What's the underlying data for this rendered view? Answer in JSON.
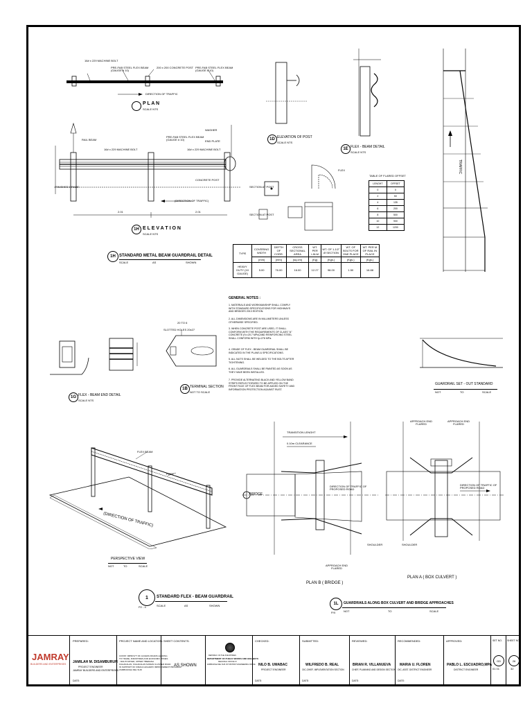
{
  "plan": {
    "title": "P L A N",
    "scale": "SCALE        NTS",
    "callouts": [
      "16# x 229 MACHINE BOLT",
      "PRE-FAB STEEL FLEX BEAM (GAUGE # 10)",
      "200 x 200 CONCRETE POST",
      "PRE-FAB STEEL FLEX BEAM (GAUGE # 10)"
    ],
    "direction": "DIRECTION OF TRAFFIC"
  },
  "elevation": {
    "badge": "1H",
    "title": "E L E V A T I O N",
    "scale": "SCALE        NTS",
    "callouts": [
      "RAIL BEAM",
      "16# x 229 MACHINE BOLT",
      "PRE-FAB STEEL FLEX BEAM (GAUGE # 10)",
      "16# x 229 MACHINE BOLT",
      "WASHER",
      "END PLATE",
      "CONCRETE POST",
      "FINISHED GRADE"
    ],
    "direction": "(DIRECTION OF TRAFFIC)",
    "dims": [
      "2.01",
      "2.01"
    ]
  },
  "detail_title": {
    "badge": "1H",
    "text": "STANDARD METAL BEAM GUARDRAIL DETAIL",
    "scale_label": "SCALE",
    "scale_value": "AS",
    "scale_value2": "SHOWN"
  },
  "elev_post": {
    "badge": "1D",
    "title": "ELEVATION OF POST",
    "sub": "SCALE                NTS"
  },
  "flex_beam_detail": {
    "badge": "1E",
    "title": "FLEX - BEAM DETAIL",
    "sub": "SCALE                NTS"
  },
  "flex_end": {
    "badge": "1G",
    "title": "FLEX - BEAM END DETAIL",
    "sub": "SCALE                NTS"
  },
  "terminal": {
    "badge": "1B",
    "title": "TERMINAL SECTION",
    "sub": "NOT    TO    SCALE",
    "callouts": [
      "20 TO 6",
      "SLOTTED HOLES 20x27"
    ]
  },
  "section_labels": [
    "SECTION AT POST",
    "FLEX",
    "SECTION AT POST"
  ],
  "flare_table": {
    "title": "TABLE OF FLARED OFFSET",
    "headers": [
      "LENGHT",
      "OFFSET"
    ],
    "rows": [
      [
        "0",
        "0"
      ],
      [
        "2",
        "50"
      ],
      [
        "4",
        "135"
      ],
      [
        "6",
        "200"
      ],
      [
        "8",
        "500"
      ],
      [
        "10",
        "900"
      ],
      [
        "12",
        "1200"
      ]
    ]
  },
  "spec_table": {
    "headers": [
      "TYPE",
      "COVERING WIDTH",
      "DEPTH OF CORR.",
      "CROSS SECTIONAL AREA",
      "WT. PER LIN.M",
      "WT. OF 1-1/2\" Ø SECTION",
      "WT. OF BOLTS FOR ONE PLACE",
      "WT. PER M OF RAIL IN PLACE"
    ],
    "units": [
      "",
      "(mm)",
      "(mm)",
      "(sq.cm)",
      "(Kg)",
      "(Kgs.)",
      "(Kgs.)",
      "(Kgs.)"
    ],
    "row": [
      "HEAVY DUTY (10 GAUGE)",
      "5.00",
      "76.00",
      "16.00",
      "12.27",
      "98.00",
      "1.50",
      "16.88"
    ]
  },
  "general_notes": {
    "title": "GENERAL  NOTES :",
    "items": [
      "1. MATERIALS AND WORKMANSHIP SHALL COMPLY WITH STANDARD SPECIFICATIONS FOR HIGHWAYS AND BRIDGES 2013 EDITION.",
      "2. ALL DIMENSIONS ARE IN MILLIMETERS UNLESS OTHERWISE SPECIFIED.",
      "3. WHEN CONCRETE POST ARE USED, IT SHALL CONFORM WITH THE REQUIREMENTS OF CLASS \"A\" CONCRETE (f'c=20.7 MPa) AND REINFORCING STEEL SHALL CONFORM WITH fy=276 MPa.",
      "4. GRADE OF FLEX - BEAM GUARDRAIL SHALL BE INDICATED IN THE PLANS & SPECIFICATIONS.",
      "5. ALL NUTS SHALL BE WELDED TO THE BOLTS AFTER TIGHTENING.",
      "6. ALL GUARDRAILS SHALL BE PAINTED AS SOON AS THEY HAVE BEEN INSTALLED.",
      "7. PROVIDE ALTERNATING BLACK AND YELLOW BAND STRIPS REFLECTORIZED TO BE APPLIED ON THE FRONT FACE OF FLEX BEAM FOR ADDED SAFETY AND INFORMATION PROTECTION AGAINST RUST."
    ]
  },
  "flared_setout": {
    "title": "GUARDRAIL SET - OUT STANDARD",
    "sub": [
      "NOT",
      "TO",
      "SCALE"
    ],
    "traffic": "TRAFFIC"
  },
  "perspective": {
    "callouts": [
      "FLEX BEAM",
      "POST"
    ],
    "direction": "(DIRECTION OF TRAFFIC)",
    "title": "PERSPECTIVE VIEW",
    "sub": [
      "NOT",
      "TO",
      "SCALE"
    ]
  },
  "main_title": {
    "badge_top": "1",
    "badge_bottom": "P2  -  4",
    "text": "STANDARD FLEX - BEAM GUARDRAIL",
    "scale_label": "SCALE",
    "scale_value": "AS",
    "scale_value2": "SHOWN"
  },
  "plan_b": {
    "title": "PLAN B ( BRIDGE )",
    "callouts": [
      "TRANSITION LENGHT",
      "0.10m CLEARANCE",
      "DIRECTION OF TRAFFIC OF PROPOSED ROAD",
      "SHOULDER",
      "APPROACH END FLARED"
    ],
    "bridge": "BRIDGE"
  },
  "plan_a": {
    "title": "PLAN A ( BOX CULVERT )",
    "callouts": [
      "APPROACH END FLARED",
      "APPROACH END FLARED",
      "DIRECTION OF TRAFFIC OF PROPOSED ROAD",
      "SHOULDER"
    ]
  },
  "approaches_title": {
    "badge": "1L",
    "badge_bottom": "P/X",
    "text": "GUARDRAILS ALONG BOX CULVERT AND BRIDGE APPROACHES",
    "sub": [
      "NOT",
      "TO",
      "SCALE"
    ]
  },
  "title_block": {
    "logo": "JAMRAY",
    "logo_sub": "BUILDERS AND ENTERPRISES",
    "prepared_label": "PREPARED:",
    "preparer_name": "JAMILAH M. DISAMBURUN",
    "preparer_role": "PROJECT ENGINEER",
    "preparer_org": "JAMRAY BUILDERS AND ENTERPRISES",
    "date_label": "DATE:",
    "project_label": "PROJECT NAME AND LOCATION:",
    "project_lines": [
      "CONST. IMPROV'T OF ACCESS ROADS LEADING",
      "TO TRADE, INDUSTRIES AND ECONOMIC ZONES",
      "- MALITA RIVER, UPPER TIBEDANA",
      "KIALAKALAN, KIALAKALAN NAWAN CLUSTER ROAD",
      "IN SUPPORT OF KIMACA HIGHWAY IMPROVEMENT PROGRAM",
      "ZAMBOANGA DEL SUR"
    ],
    "sheet_contents_label": "SHEET CONTENTS:",
    "sheet_contents": "AS SHOWN",
    "agency_lines": [
      "REPUBLIC OF THE PHILIPPINES",
      "DEPARTMENT OF PUBLIC WORKS AND HIGHWAYS",
      "REGIONAL OFFICE IX",
      "ZAMBOANGA DEL SUR 1ST DISTRICT ENGINEERING OFFICE"
    ],
    "checked_label": "CHECKED:",
    "checked_name": "NILO B. UMABAC",
    "checked_role": "PROJECT ENGINEER",
    "submitted_label": "SUBMITTED:",
    "submitted_name": "WILFREDO B. REAL",
    "submitted_role": "OIC-CHIEF, IMPLEMENTATION SECTION",
    "reviewed_label": "REVIEWED:",
    "reviewed_name": "BRIAN R. VILLANUEVA",
    "reviewed_role": "CHIEF, PLANNING AND DESIGN SECTION",
    "recommended_label": "RECOMMENDED:",
    "recommended_name": "MARIA U. FLOREN",
    "recommended_role": "OIC, ASST. DISTRICT ENGINEER",
    "approved_label": "APPROVED:",
    "approved_name": "PABLO L. ESCUADRO,MPA",
    "approved_role": "DISTRICT ENGINEER",
    "set_no_label": "SET NO.",
    "set_no_code": "GD",
    "set_no_value": "01  01",
    "sheet_no_label": "SHEET NO.",
    "sheet_no_value": "26",
    "sheet_total": "32"
  }
}
